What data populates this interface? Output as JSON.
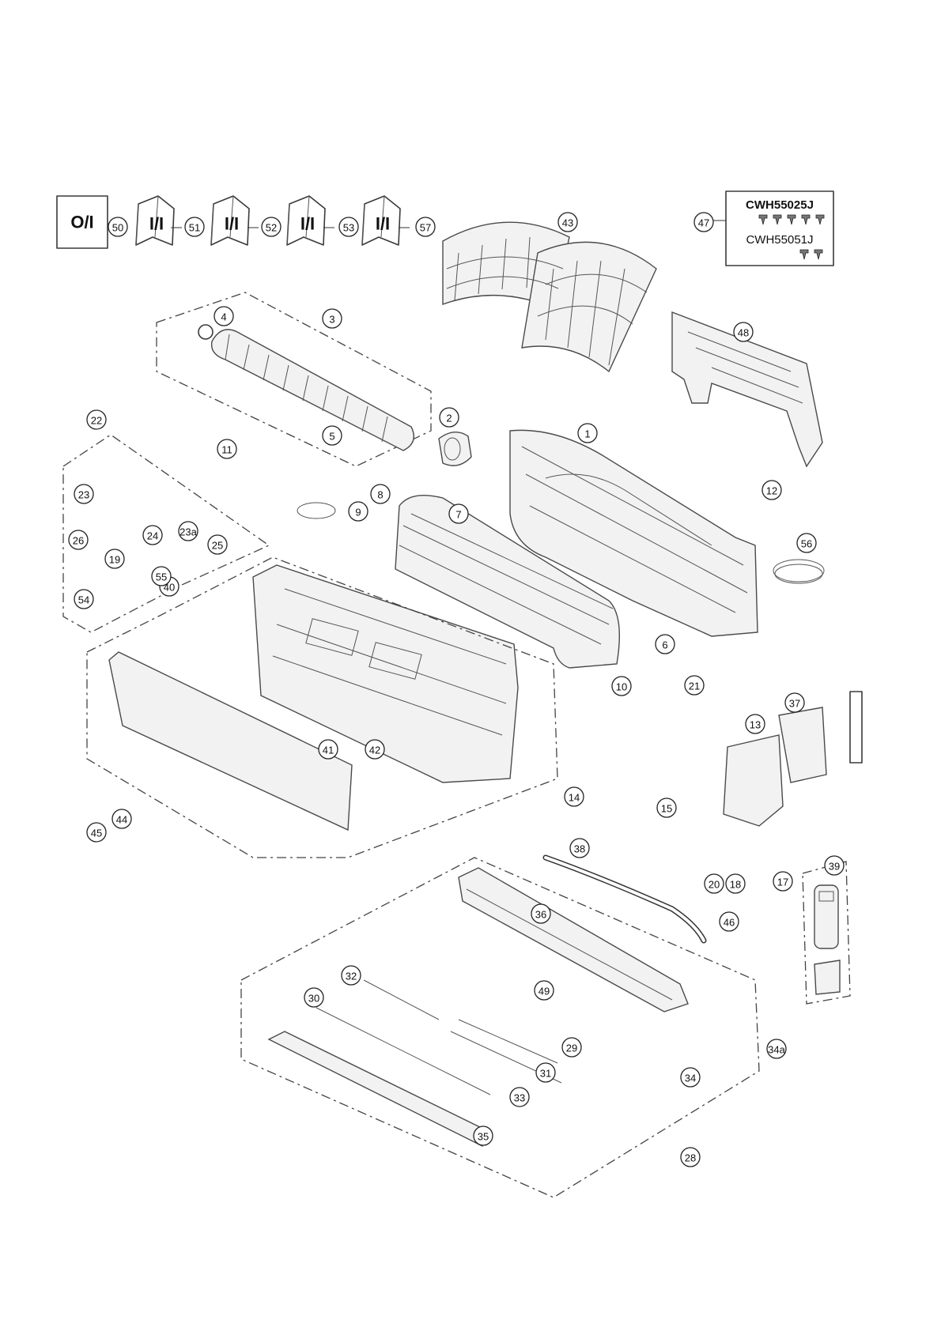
{
  "documents": [
    {
      "label": "O/I",
      "ref": "50"
    },
    {
      "label": "I/I",
      "ref": "51"
    },
    {
      "label": "I/I",
      "ref": "52"
    },
    {
      "label": "I/I",
      "ref": "53"
    },
    {
      "label": "I/I",
      "ref": "57"
    }
  ],
  "screw_kit": {
    "ref": "47",
    "codes": [
      "CWH55025J",
      "CWH55051J"
    ]
  },
  "callouts": [
    "1",
    "2",
    "3",
    "4",
    "5",
    "6",
    "7",
    "8",
    "9",
    "10",
    "11",
    "12",
    "13",
    "14",
    "15",
    "17",
    "18",
    "19",
    "20",
    "21",
    "22",
    "23",
    "23a",
    "24",
    "25",
    "26",
    "28",
    "29",
    "30",
    "31",
    "32",
    "33",
    "34",
    "34a",
    "35",
    "36",
    "37",
    "38",
    "39",
    "40",
    "41",
    "42",
    "43",
    "44",
    "45",
    "46",
    "48",
    "49",
    "54",
    "55",
    "56"
  ]
}
